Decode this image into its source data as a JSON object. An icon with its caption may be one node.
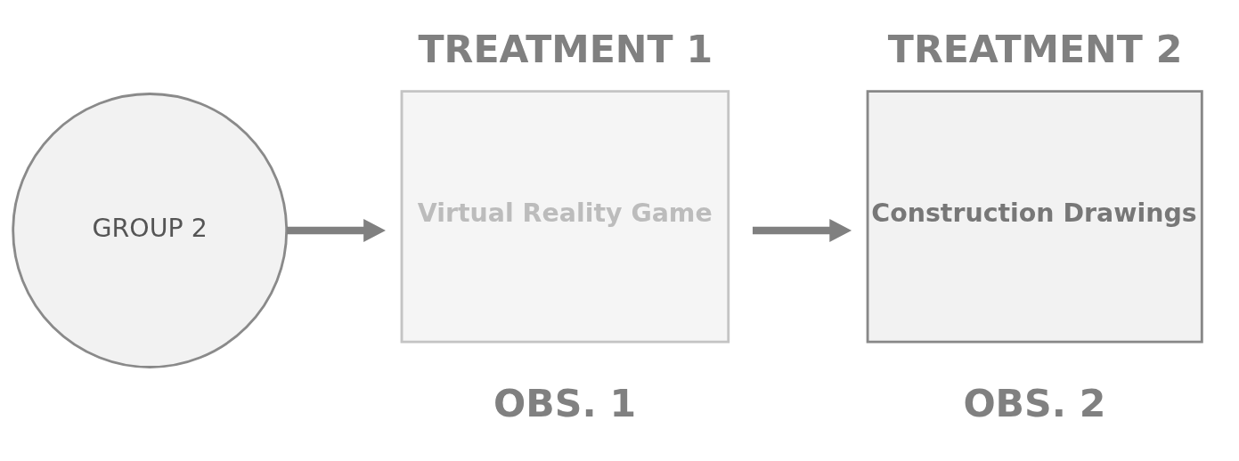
{
  "diagram": {
    "nodes": [
      {
        "text": [
          "GROUP 2"
        ]
      },
      {
        "text": [
          "TREATMENT 1",
          "Virtual Reality Game"
        ],
        "beside": [
          "OBS. 1"
        ]
      },
      {
        "text": [
          "TREATMENT 2",
          "Construction Drawings"
        ],
        "beside": [
          "OBS. 2"
        ]
      }
    ],
    "edges": [
      {
        "from": 0,
        "to": 1,
        "arrow": "to"
      },
      {
        "from": 1,
        "to": 2,
        "arrow": "to"
      }
    ]
  }
}
